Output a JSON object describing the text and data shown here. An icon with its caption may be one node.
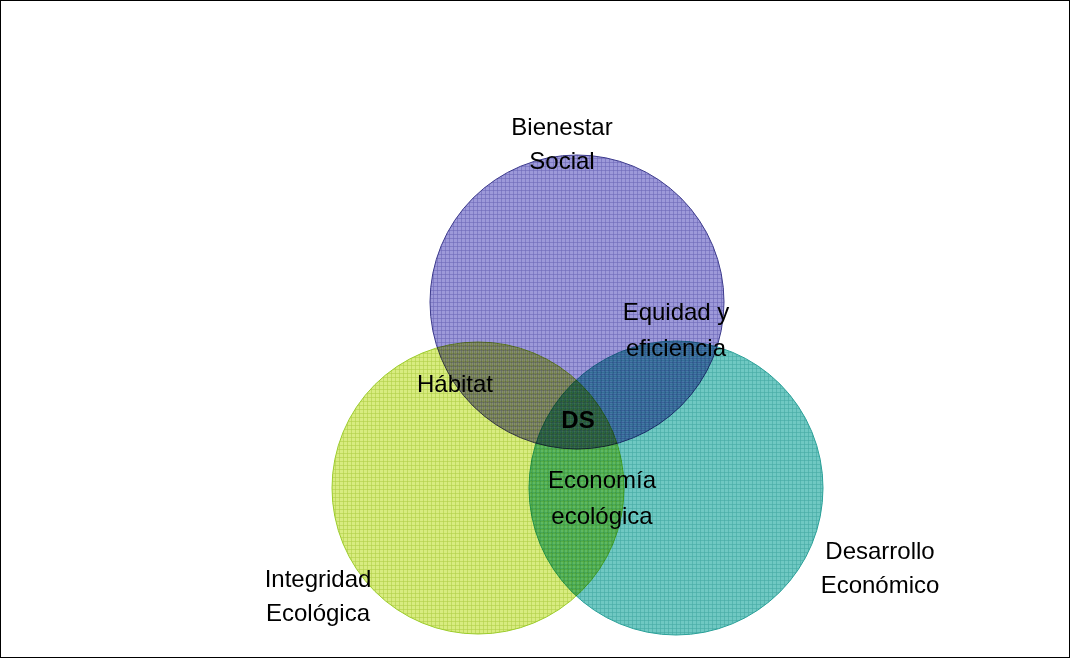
{
  "diagram": {
    "nodes": [
      {
        "text": [
          "Bienestar Social"
        ]
      },
      {
        "text": [
          "Integridad Ecológica"
        ]
      },
      {
        "text": [
          "Desarrollo Económico"
        ]
      }
    ],
    "labels": [
      "Equidad y eficiencia",
      "Hábitat",
      "DS",
      "Economía ecológica"
    ]
  }
}
